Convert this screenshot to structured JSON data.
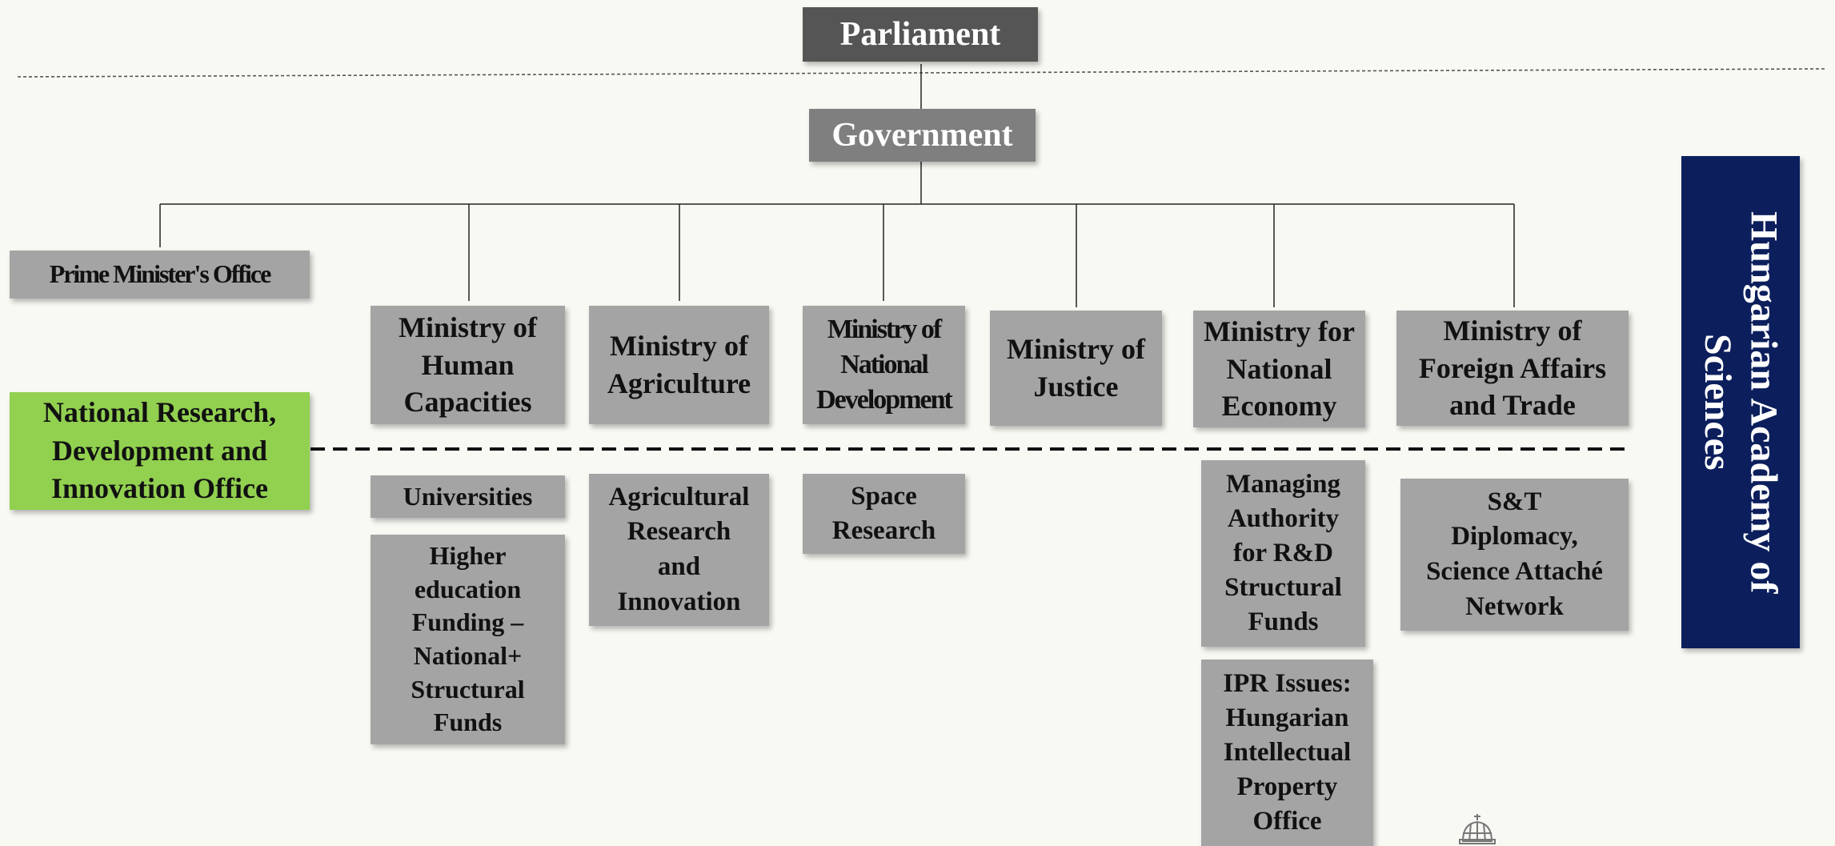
{
  "colors": {
    "parliament": "#555555",
    "government": "#7f7f7f",
    "ministry": "#a4a4a4",
    "agency": "#a4a4a4",
    "nrdi_office": "#92d050",
    "academy": "#0c1f5c",
    "background": "#f9f9f4"
  },
  "top": {
    "parliament": "Parliament",
    "government": "Government"
  },
  "side": {
    "pm_office": "Prime Minister's Office",
    "nrdi_office": "National  Research,\nDevelopment and\nInnovation Office"
  },
  "ministries": [
    "Ministry of\nHuman\nCapacities",
    "Ministry of\nAgriculture",
    "Ministry of\nNational\nDevelopment",
    "Ministry of\nJustice",
    "Ministry for\nNational\nEconomy",
    "Ministry of\nForeign Affairs\nand Trade"
  ],
  "agencies": {
    "universities": "Universities",
    "higher_ed": "Higher\neducation\nFunding –\nNational+\nStructural\nFunds",
    "agri_research": "Agricultural\nResearch\nand\nInnovation",
    "space_research": "Space\nResearch",
    "managing_authority": "Managing\nAuthority\nfor R&D\nStructural\nFunds",
    "ipr": "IPR Issues:\nHungarian\nIntellectual\nProperty\nOffice",
    "st_diplomacy": "S&T\nDiplomacy,\nScience Attaché\nNetwork"
  },
  "academy": "Hungarian Academy of\nSciences",
  "logo": "crown-icon"
}
